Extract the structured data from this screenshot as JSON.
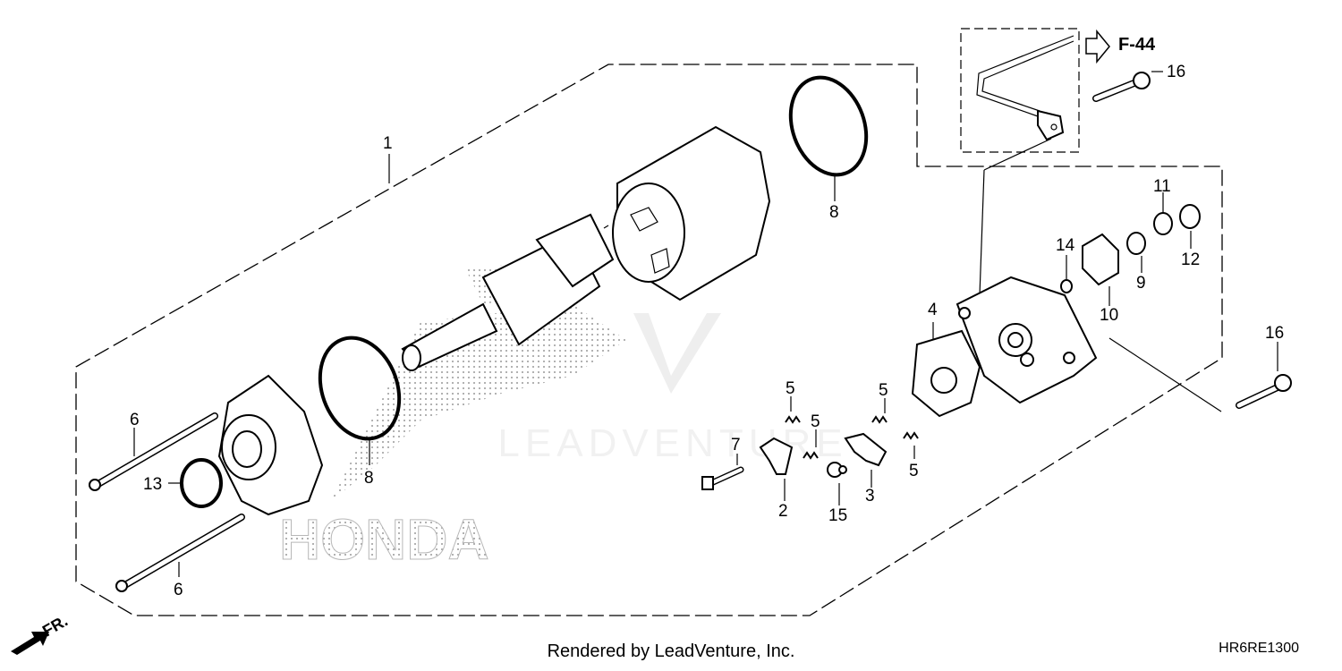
{
  "diagram": {
    "callouts": [
      "1",
      "2",
      "3",
      "4",
      "5",
      "5",
      "5",
      "5",
      "6",
      "6",
      "7",
      "8",
      "8",
      "9",
      "10",
      "11",
      "12",
      "13",
      "14",
      "15",
      "16",
      "16"
    ],
    "reference_page": "F-44",
    "direction_label": "FR.",
    "watermark_text": "LEADVENTURE",
    "brand_text": "HONDA"
  },
  "footer": {
    "credit": "Rendered by LeadVenture, Inc.",
    "diagram_code": "HR6RE1300"
  },
  "colors": {
    "ink": "#000000",
    "background": "#ffffff",
    "watermark": "#d9d9d9"
  }
}
